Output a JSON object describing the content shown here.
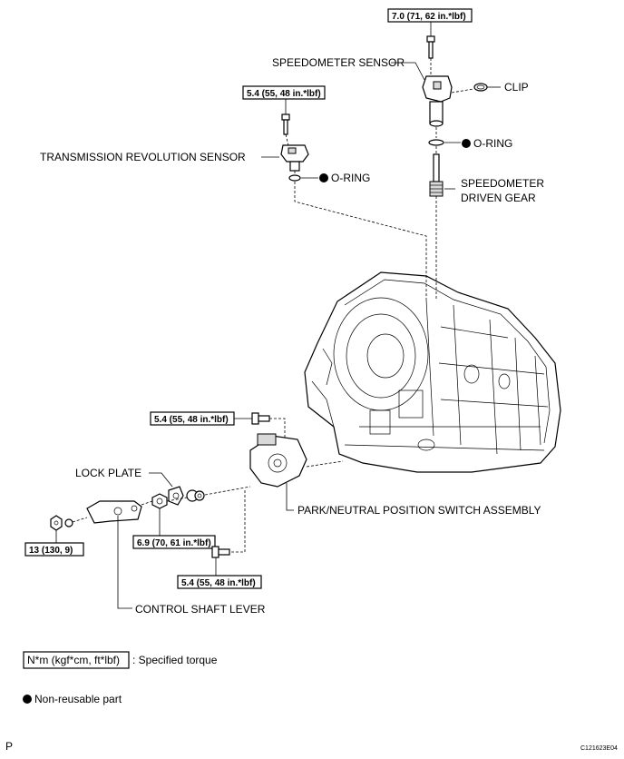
{
  "labels": {
    "speedometer_sensor": "SPEEDOMETER SENSOR",
    "clip": "CLIP",
    "o_ring_top": "O-RING",
    "speedometer_driven_gear_1": "SPEEDOMETER",
    "speedometer_driven_gear_2": "DRIVEN GEAR",
    "transmission_revolution_sensor": "TRANSMISSION REVOLUTION SENSOR",
    "o_ring_mid": "O-RING",
    "lock_plate": "LOCK PLATE",
    "park_neutral_switch": "PARK/NEUTRAL POSITION SWITCH ASSEMBLY",
    "control_shaft_lever": "CONTROL SHAFT LEVER"
  },
  "torques": {
    "speedometer_bolt": "7.0 (71, 62 in.*lbf)",
    "revolution_bolt": "5.4 (55, 48 in.*lbf)",
    "switch_bolt_upper": "5.4 (55, 48 in.*lbf)",
    "lever_nut": "6.9 (70, 61 in.*lbf)",
    "lever_nut_outer": "13 (130, 9)",
    "switch_bolt_lower": "5.4 (55, 48 in.*lbf)"
  },
  "legend": {
    "torque_box": "N*m (kgf*cm, ft*lbf)",
    "torque_desc": ": Specified torque",
    "nonreusable_desc": "Non-reusable part"
  },
  "footer": {
    "left_mark": "P",
    "code": "C121623E04"
  }
}
